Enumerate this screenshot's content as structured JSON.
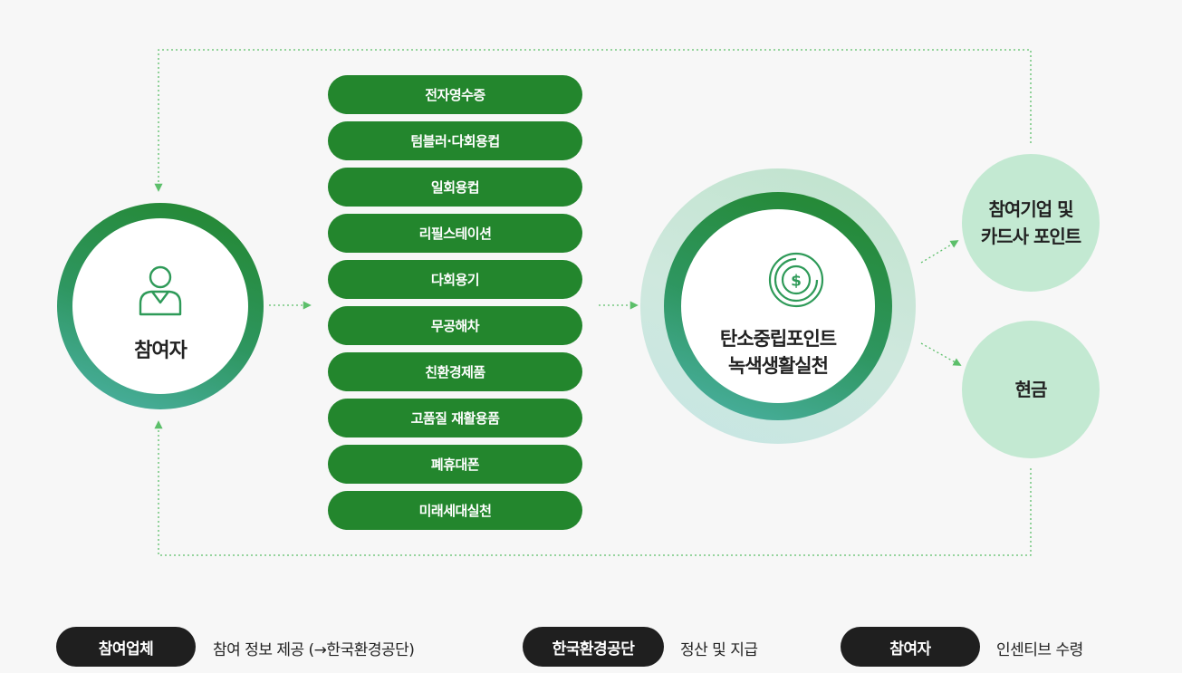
{
  "participant": {
    "label": "참여자",
    "icon": "person-icon"
  },
  "activities": [
    "전자영수증",
    "텀블러·다회용컵",
    "일회용컵",
    "리필스테이션",
    "다회용기",
    "무공해차",
    "친환경제품",
    "고품질 재활용품",
    "폐휴대폰",
    "미래세대실천"
  ],
  "carbon_point": {
    "line1": "탄소중립포인트",
    "line2": "녹색생활실천",
    "icon": "dollar-coin-icon"
  },
  "rewards": {
    "points": {
      "line1": "참여기업 및",
      "line2": "카드사 포인트"
    },
    "cash": {
      "label": "현금"
    }
  },
  "legend": [
    {
      "badge": "참여업체",
      "text": "참여 정보 제공 (→한국환경공단)"
    },
    {
      "badge": "한국환경공단",
      "text": "정산 및 지급"
    },
    {
      "badge": "참여자",
      "text": "인센티브 수령"
    }
  ],
  "colors": {
    "pill_green": "#23862d",
    "ring_gradient_start": "#23862d",
    "ring_gradient_end": "#4db3a8",
    "reward_circle": "#c3e9d2",
    "arrow": "#5cbf6a",
    "badge_dark": "#1f1f1f",
    "background": "#f7f7f7"
  }
}
